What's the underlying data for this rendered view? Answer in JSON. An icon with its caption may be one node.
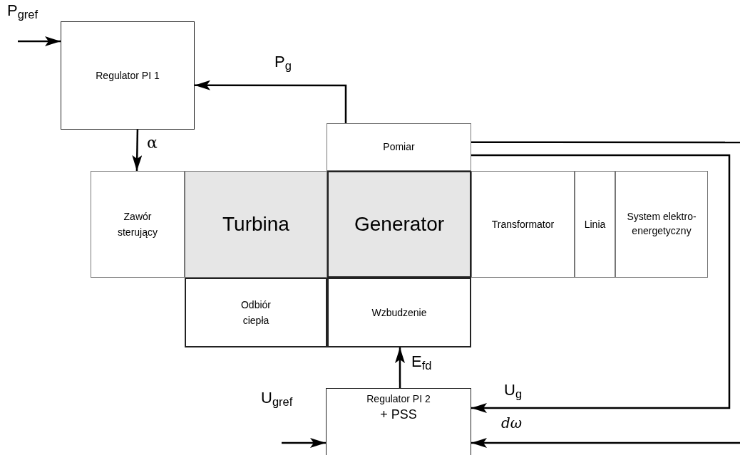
{
  "diagram": {
    "nodes": [
      {
        "text": [
          "Regulator PI 1"
        ]
      },
      {
        "text": [
          "Pomiar"
        ]
      },
      {
        "text": [
          "Zawór sterujący"
        ]
      },
      {
        "text": [
          "Turbina"
        ]
      },
      {
        "text": [
          "Generator"
        ]
      },
      {
        "text": [
          "Transformator"
        ]
      },
      {
        "text": [
          "Linia"
        ]
      },
      {
        "text": [
          "System elektro- energetyczny"
        ]
      },
      {
        "text": [
          "Odbiór ciepła"
        ]
      },
      {
        "text": [
          "Wzbudzenie"
        ]
      },
      {
        "text": [
          "Regulator PI 2",
          "+ PSS"
        ]
      }
    ],
    "edges": [
      {
        "from": null,
        "to": 0,
        "arrow": "to",
        "label": "P$_{gref}$"
      },
      {
        "from": 1,
        "to": 0,
        "arrow": "to",
        "label": "P$_{g}$"
      },
      {
        "from": 0,
        "to": 2,
        "arrow": "to",
        "label": "α"
      },
      {
        "from": 10,
        "to": 9,
        "arrow": "to",
        "label": "E$_{fd}$"
      },
      {
        "from": null,
        "to": 10,
        "arrow": "to",
        "label": "U$_{gref}$"
      },
      {
        "from": 1,
        "to": null,
        "arrow": "none"
      },
      {
        "from": 1,
        "to": 10,
        "arrow": "to",
        "label": "U$_{g}$"
      },
      {
        "from": null,
        "to": 10,
        "arrow": "to",
        "label": "dω"
      }
    ]
  }
}
